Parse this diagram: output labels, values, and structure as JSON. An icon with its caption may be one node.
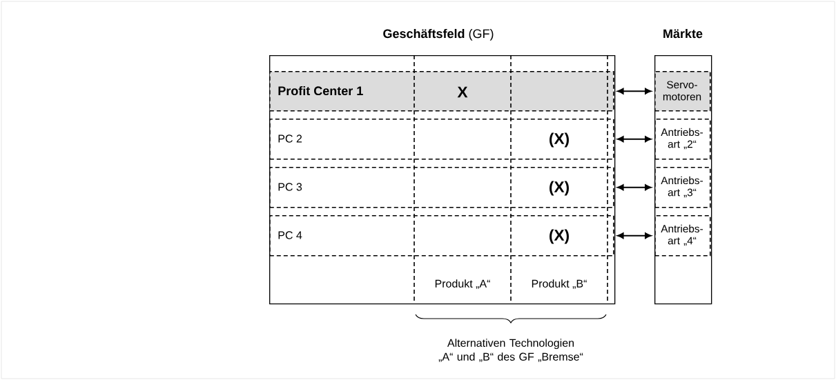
{
  "diagram": {
    "nodes": [
      {
        "text": [
          "**Geschäftsfeld** (GF)"
        ]
      },
      {
        "text": [
          "Profit Center 1",
          "X"
        ],
        "in": 0
      },
      {
        "text": [
          "PC 2",
          "(X)"
        ],
        "in": 0
      },
      {
        "text": [
          "PC 3",
          "(X)"
        ],
        "in": 0
      },
      {
        "text": [
          "PC 4",
          "(X)"
        ],
        "in": 0
      },
      {
        "text": [
          "Märkte"
        ]
      },
      {
        "text": [
          "Servo- motoren"
        ],
        "in": 5
      },
      {
        "text": [
          "Antriebs- art „2“"
        ],
        "in": 5
      },
      {
        "text": [
          "Antriebs- art „3“"
        ],
        "in": 5
      },
      {
        "text": [
          "Antriebs- art „4“"
        ],
        "in": 5
      }
    ],
    "edges": [
      {
        "from": 1,
        "to": 6,
        "arrow": "both"
      },
      {
        "from": 2,
        "to": 7,
        "arrow": "both"
      },
      {
        "from": 3,
        "to": 8,
        "arrow": "both"
      },
      {
        "from": 4,
        "to": 9,
        "arrow": "both"
      }
    ],
    "labels": [
      "Produkt „A“",
      "Produkt „B“",
      "Alternativen Technologien „A“ und „B“ des GF „Bremse“"
    ]
  }
}
